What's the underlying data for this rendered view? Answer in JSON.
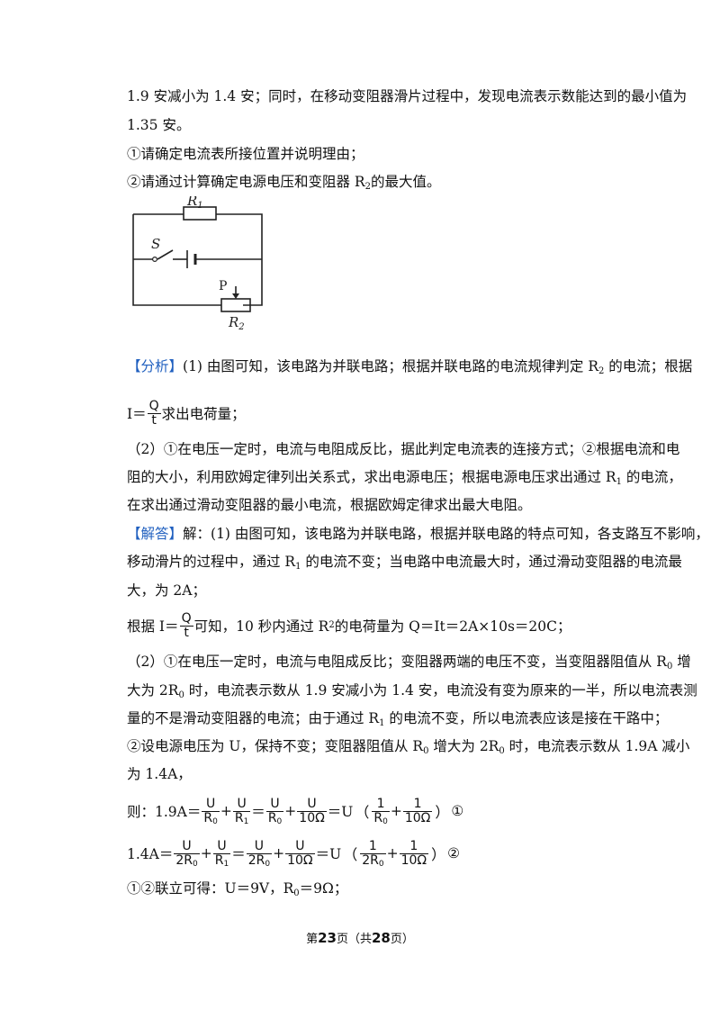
{
  "lines": {
    "l1": "1.9 安减小为 1.4 安；同时，在移动变阻器滑片过程中，发现电流表示数能达到的最小值为",
    "l2": "1.35 安。",
    "l3": "①请确定电流表所接位置并说明理由；",
    "l4a": "②请通过计算确定电源电压和变阻器 R",
    "l4sub": "2",
    "l4b": "的最大值。"
  },
  "circuit": {
    "r1": "R",
    "r1sub": "1",
    "r2": "R",
    "r2sub": "2",
    "s": "S",
    "p": "P"
  },
  "analysis": {
    "tag": "【分析】",
    "a1a": "(1) 由图可知，该电路为并联电路；根据并联电路的电流规律判定 R",
    "a1sub": "2",
    "a1b": " 的电流；根据",
    "a2a": "I＝",
    "a2num": "Q",
    "a2den": "t",
    "a2b": "求出电荷量；",
    "a3": "（2）①在电压一定时，电流与电阻成反比，据此判定电流表的连接方式；②根据电流和电",
    "a4a": "阻的大小，利用欧姆定律列出关系式，求出电源电压；根据电源电压求出通过 R",
    "a4sub": "1",
    "a4b": " 的电流，",
    "a5": "在求出通过滑动变阻器的最小电流，根据欧姆定律求出最大电阻。"
  },
  "solution": {
    "tag": "【解答】",
    "s1": "解：(1) 由图可知，该电路为并联电路，根据并联电路的特点可知，各支路互不影响，",
    "s2a": "移动滑片的过程中，通过 R",
    "s2sub": "1",
    "s2b": " 的电流不变；当电路中电流最大时，通过滑动变阻器的电流最",
    "s3": "大，为 2A；",
    "s4a": "根据 I＝",
    "s4num": "Q",
    "s4den": "t",
    "s4b": "可知，10 秒内通过 R",
    "s4sub": "2",
    "s4c": " 的电荷量为 Q＝It＝2A×10s＝20C；",
    "s5a": "（2）①在电压一定时，电流与电阻成反比；变阻器两端的电压不变，当变阻器阻值从 R",
    "s5sub": "0",
    "s5b": " 增",
    "s6a": "大为 2R",
    "s6sub": "0",
    "s6b": " 时，电流表示数从 1.9 安减小为 1.4 安，电流没有变为原来的一半，所以电流表测",
    "s7a": "量的不是滑动变阻器的电流；由于通过 R",
    "s7sub": "1",
    "s7b": " 的电流不变，所以电流表应该是接在干路中；",
    "s8a": "②设电源电压为 U，保持不变；变阻器阻值从 R",
    "s8sub": "0",
    "s8b": " 增大为 2R",
    "s8sub2": "0",
    "s8c": " 时，电流表示数从 1.9A 减小",
    "s9": "为 1.4A，"
  },
  "eq1": {
    "lead": "则：1.9A＝",
    "f1num": "U",
    "f1den": "R",
    "f1densub": "0",
    "plus": "+",
    "f2num": "U",
    "f2den": "R",
    "f2densub": "1",
    "eq": "＝",
    "f3num": "U",
    "f3den": "R",
    "f3densub": "0",
    "f4num": "U",
    "f4den": "10Ω",
    "mid": "＝U",
    "lp": "（",
    "f5num": "1",
    "f5den": "R",
    "f5densub": "0",
    "f6num": "1",
    "f6den": "10Ω",
    "rp": "）",
    "mark": "①"
  },
  "eq2": {
    "lead": "1.4A＝",
    "f1num": "U",
    "f1den": "2R",
    "f1densub": "0",
    "plus": "+",
    "f2num": "U",
    "f2den": "R",
    "f2densub": "1",
    "eq": "＝",
    "f3num": "U",
    "f3den": "2R",
    "f3densub": "0",
    "f4num": "U",
    "f4den": "10Ω",
    "mid": "＝U",
    "lp": "（",
    "f5num": "1",
    "f5den": "2R",
    "f5densub": "0",
    "f6num": "1",
    "f6den": "10Ω",
    "rp": "）",
    "mark": "②"
  },
  "final": {
    "a": "①②联立可得：U＝9V，R",
    "sub": "0",
    "b": "＝9Ω；"
  },
  "footer": {
    "pre": "第",
    "page": "23",
    "mid": "页（共",
    "total": "28",
    "post": "页）"
  }
}
